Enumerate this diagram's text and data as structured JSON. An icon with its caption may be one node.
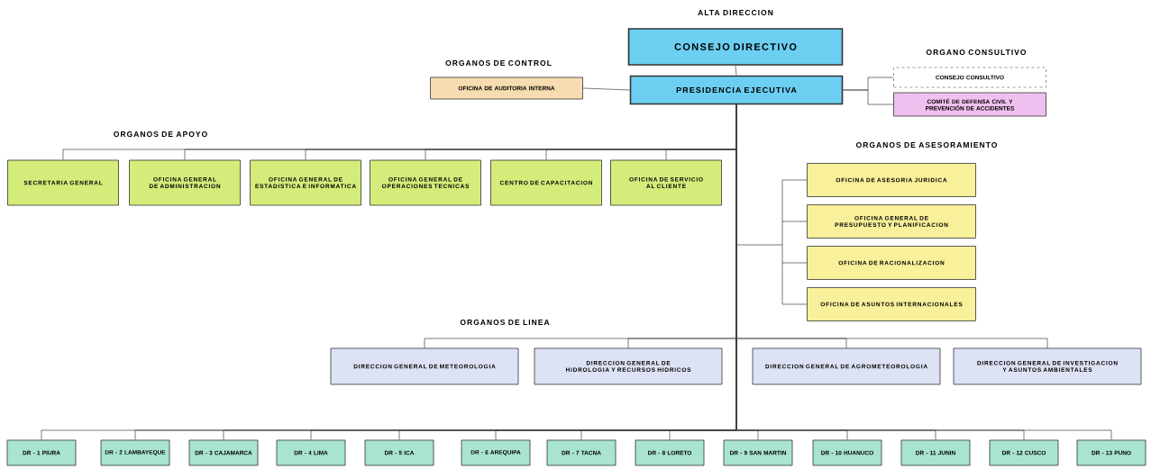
{
  "diagram": {
    "nodes": [
      {
        "text": [
          "CONSEJO DIRECTIVO"
        ]
      },
      {
        "text": [
          "PRESIDENCIA EJECUTIVA"
        ]
      },
      {
        "text": [
          "OFICINA DE AUDITORIA INTERNA"
        ]
      },
      {
        "text": [
          "CONSEJO CONSULTIVO"
        ]
      },
      {
        "text": [
          "COMITÉ DE DEFENSA CIVIL Y PREVENCIÓN DE ACCIDENTES"
        ]
      },
      {
        "text": [
          "SECRETARIA GENERAL"
        ]
      },
      {
        "text": [
          "OFICINA GENERAL DE ADMINISTRACION"
        ]
      },
      {
        "text": [
          "OFICINA GENERAL DE ESTADISTICA E INFORMATICA"
        ]
      },
      {
        "text": [
          "OFICINA GENERAL DE OPERACIONES TECNICAS"
        ]
      },
      {
        "text": [
          "CENTRO DE CAPACITACION"
        ]
      },
      {
        "text": [
          "OFICINA DE SERVICIO AL CLIENTE"
        ]
      },
      {
        "text": [
          "OFICINA DE ASESORIA JURIDICA"
        ]
      },
      {
        "text": [
          "OFICINA GENERAL DE PRESUPUESTO Y PLANIFICACION"
        ]
      },
      {
        "text": [
          "OFICINA DE RACIONALIZACION"
        ]
      },
      {
        "text": [
          "OFICINA DE ASUNTOS INTERNACIONALES"
        ]
      },
      {
        "text": [
          "DIRECCION GENERAL DE METEOROLOGIA"
        ]
      },
      {
        "text": [
          "DIRECCION GENERAL DE HIDROLOGIA Y RECURSOS HIDRICOS"
        ]
      },
      {
        "text": [
          "DIRECCION GENERAL DE AGROMETEOROLOGIA"
        ]
      },
      {
        "text": [
          "DIRECCION GENERAL DE INVESTIGACION Y ASUNTOS AMBIENTALES"
        ]
      },
      {
        "text": [
          "DR - 1 PIURA"
        ]
      },
      {
        "text": [
          "DR - 2 LAMBAYEQUE"
        ]
      },
      {
        "text": [
          "DR - 3 CAJAMARCA"
        ]
      },
      {
        "text": [
          "DR - 4 LIMA"
        ]
      },
      {
        "text": [
          "DR - 5 ICA"
        ]
      },
      {
        "text": [
          "DR - 6 AREQUIPA"
        ]
      },
      {
        "text": [
          "DR - 7 TACNA"
        ]
      },
      {
        "text": [
          "DR - 8 LORETO"
        ]
      },
      {
        "text": [
          "DR - 9 SAN MARTIN"
        ]
      },
      {
        "text": [
          "DR - 10 HUANUCO"
        ]
      },
      {
        "text": [
          "DR - 11 JUNIN"
        ]
      },
      {
        "text": [
          "DR - 12 CUSCO"
        ]
      },
      {
        "text": [
          "DR - 13 PUNO"
        ]
      }
    ],
    "edges": [
      {
        "from": 0,
        "to": 1,
        "arrow": "none"
      },
      {
        "from": 1,
        "to": 2,
        "arrow": "none"
      },
      {
        "from": 1,
        "to": 3,
        "arrow": "none"
      },
      {
        "from": 1,
        "to": 4,
        "arrow": "none"
      },
      {
        "from": 1,
        "to": 5,
        "arrow": "none"
      },
      {
        "from": 1,
        "to": 6,
        "arrow": "none"
      },
      {
        "from": 1,
        "to": 7,
        "arrow": "none"
      },
      {
        "from": 1,
        "to": 8,
        "arrow": "none"
      },
      {
        "from": 1,
        "to": 9,
        "arrow": "none"
      },
      {
        "from": 1,
        "to": 10,
        "arrow": "none"
      },
      {
        "from": 1,
        "to": 11,
        "arrow": "none"
      },
      {
        "from": 1,
        "to": 12,
        "arrow": "none"
      },
      {
        "from": 1,
        "to": 13,
        "arrow": "none"
      },
      {
        "from": 1,
        "to": 14,
        "arrow": "none"
      },
      {
        "from": 1,
        "to": 15,
        "arrow": "none"
      },
      {
        "from": 1,
        "to": 16,
        "arrow": "none"
      },
      {
        "from": 1,
        "to": 17,
        "arrow": "none"
      },
      {
        "from": 1,
        "to": 18,
        "arrow": "none"
      },
      {
        "from": 1,
        "to": 19,
        "arrow": "none"
      },
      {
        "from": 1,
        "to": 20,
        "arrow": "none"
      },
      {
        "from": 1,
        "to": 21,
        "arrow": "none"
      },
      {
        "from": 1,
        "to": 22,
        "arrow": "none"
      },
      {
        "from": 1,
        "to": 23,
        "arrow": "none"
      },
      {
        "from": 1,
        "to": 24,
        "arrow": "none"
      },
      {
        "from": 1,
        "to": 25,
        "arrow": "none"
      },
      {
        "from": 1,
        "to": 26,
        "arrow": "none"
      },
      {
        "from": 1,
        "to": 27,
        "arrow": "none"
      },
      {
        "from": 1,
        "to": 28,
        "arrow": "none"
      },
      {
        "from": 1,
        "to": 29,
        "arrow": "none"
      },
      {
        "from": 1,
        "to": 30,
        "arrow": "none"
      },
      {
        "from": 1,
        "to": 31,
        "arrow": "none"
      }
    ],
    "labels": [
      "ALTA DIRECCION",
      "ORGANOS DE CONTROL",
      "ORGANO CONSULTIVO",
      "ORGANOS DE APOYO",
      "ORGANOS DE ASESORAMIENTO",
      "ORGANOS DE LINEA"
    ]
  }
}
